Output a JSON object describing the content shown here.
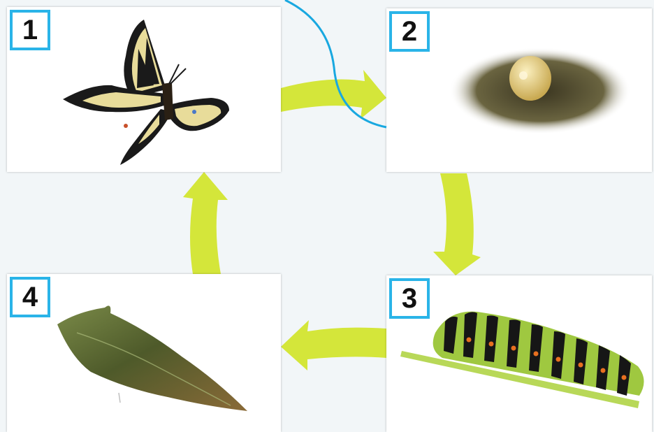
{
  "stages": [
    {
      "number": "1",
      "subject": "butterfly"
    },
    {
      "number": "2",
      "subject": "egg"
    },
    {
      "number": "3",
      "subject": "caterpillar"
    },
    {
      "number": "4",
      "subject": "chrysalis"
    }
  ],
  "colors": {
    "badge_border": "#2ab4e8",
    "arrow": "#d4e63a",
    "curve_line": "#19a8e0"
  }
}
